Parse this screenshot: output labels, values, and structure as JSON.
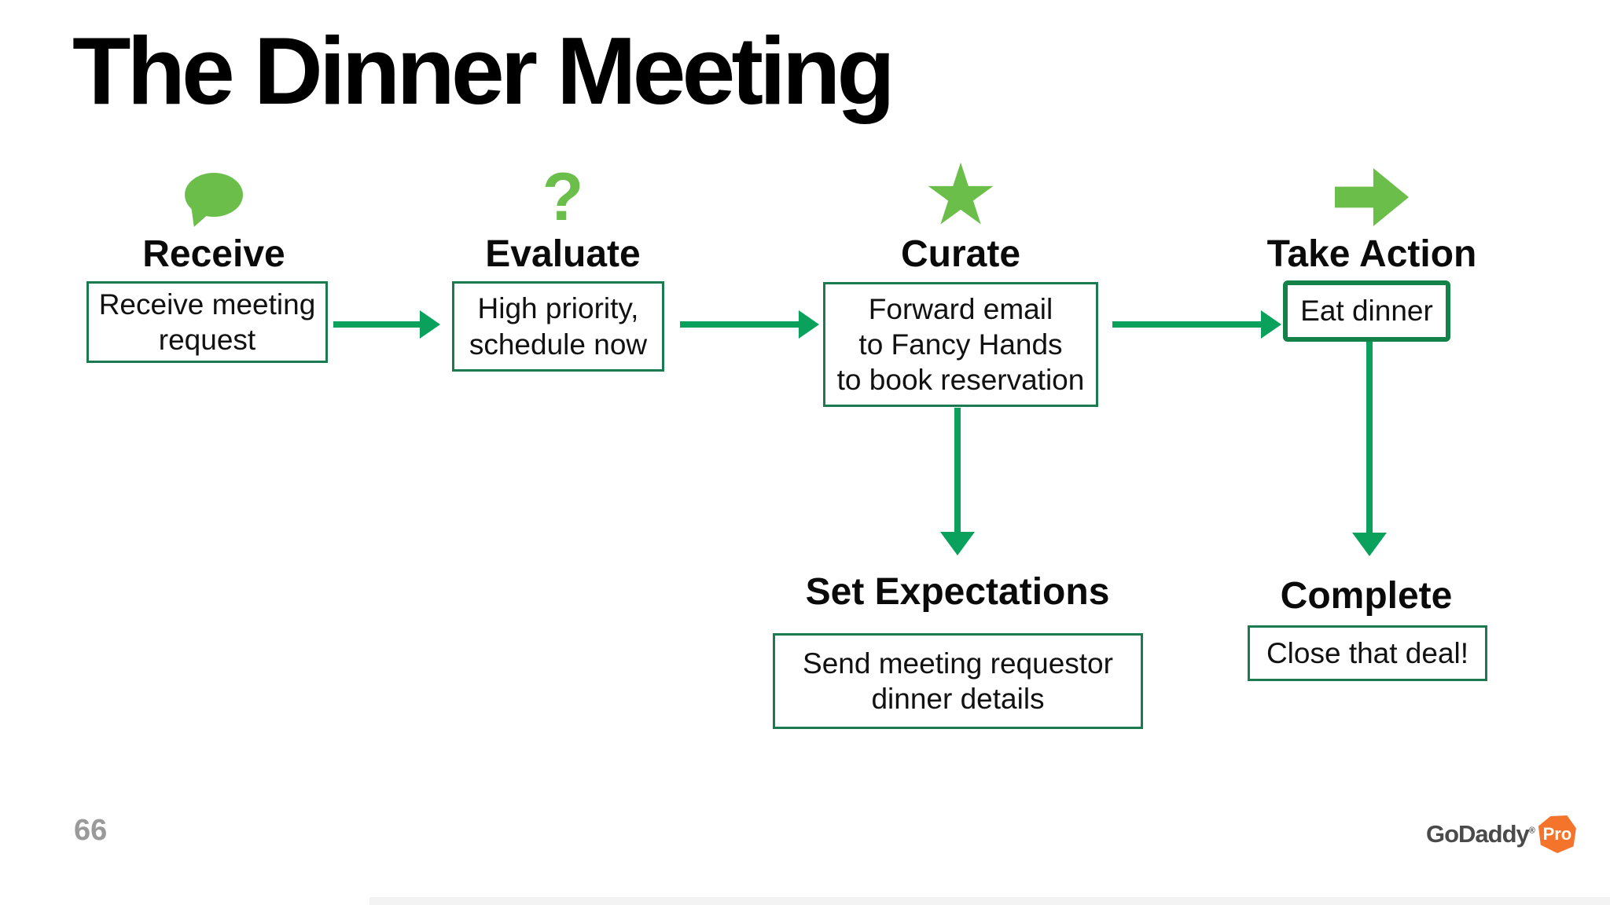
{
  "slide": {
    "title": "The Dinner Meeting",
    "page_number": "66"
  },
  "colors": {
    "icon_green": "#6BBE4A",
    "arrow_green": "#0AA15C",
    "box_border_green": "#1B7A4F",
    "highlight_box_border_green": "#148248",
    "text_black": "#111111",
    "page_number_gray": "#9A9A9A",
    "logo_gray": "#4A4A4A",
    "logo_orange": "#F4742B"
  },
  "icons": {
    "speech_bubble": "speech-bubble-icon",
    "question_glyph": "?",
    "star_glyph": "★",
    "block_arrow": "right-arrow-icon"
  },
  "stages": [
    {
      "label": "Receive",
      "box_lines": [
        "Receive meeting",
        "request"
      ]
    },
    {
      "label": "Evaluate",
      "box_lines": [
        "High priority,",
        "schedule now"
      ]
    },
    {
      "label": "Curate",
      "box_lines": [
        "Forward email",
        "to Fancy Hands",
        "to book reservation"
      ]
    },
    {
      "label": "Take Action",
      "box_lines": [
        "Eat dinner"
      ]
    }
  ],
  "sub_stages": [
    {
      "label": "Set Expectations",
      "box_lines": [
        "Send meeting requestor",
        "dinner details"
      ]
    },
    {
      "label": "Complete",
      "box_lines": [
        "Close that deal!"
      ]
    }
  ],
  "footer": {
    "logo_text": "GoDaddy",
    "logo_registered": "®",
    "logo_badge": "Pro"
  }
}
